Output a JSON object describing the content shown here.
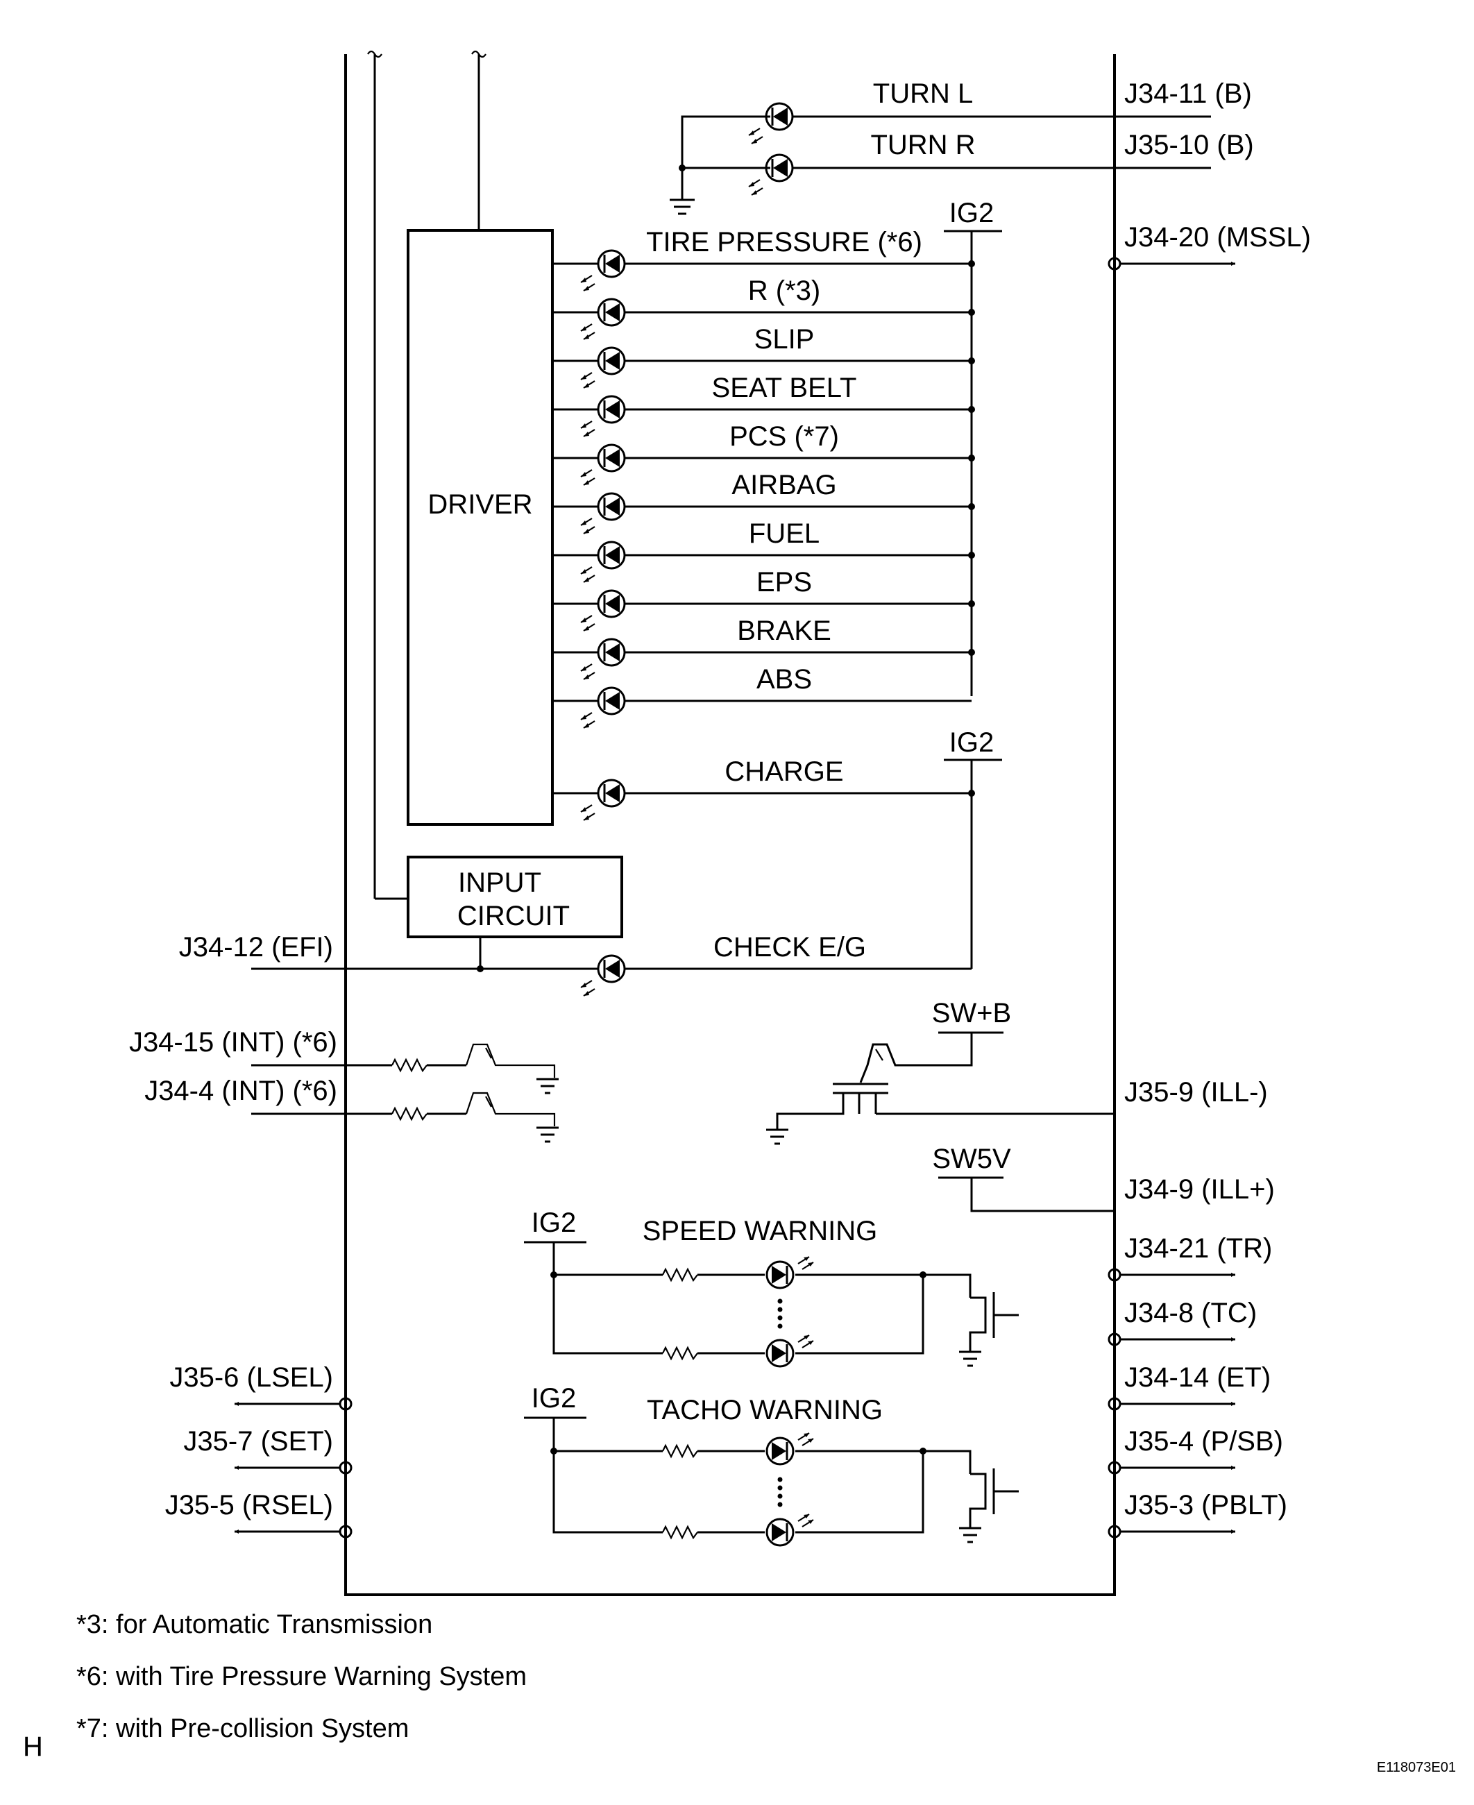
{
  "left_lamps": [
    "TURN L",
    "TURN R"
  ],
  "turn_pins": [
    "J34-11 (B)",
    "J35-10 (B)"
  ],
  "warning_lamps": [
    "TIRE PRESSURE (*6)",
    "R (*3)",
    "SLIP",
    "SEAT BELT",
    "PCS (*7)",
    "AIRBAG",
    "FUEL",
    "EPS",
    "BRAKE",
    "ABS"
  ],
  "charge_label": "CHARGE",
  "check_eg_label": "CHECK E/G",
  "ig2_label": "IG2",
  "driver_label": "DRIVER",
  "input_circuit_label": [
    "INPUT",
    "CIRCUIT"
  ],
  "sw_b_label": "SW+B",
  "sw5v_label": "SW5V",
  "speed_warning_label": "SPEED WARNING",
  "tacho_warning_label": "TACHO WARNING",
  "left_pins": {
    "efi": "J34-12 (EFI)",
    "int_a": "J34-15 (INT) (*6)",
    "int_b": "J34-4 (INT) (*6)",
    "lsel": "J35-6 (LSEL)",
    "set": "J35-7 (SET)",
    "rsel": "J35-5 (RSEL)"
  },
  "right_pins": {
    "mssl": "J34-20 (MSSL)",
    "ill_minus": "J35-9 (ILL-)",
    "ill_plus": "J34-9 (ILL+)",
    "tr": "J34-21 (TR)",
    "tc": "J34-8 (TC)",
    "et": "J34-14 (ET)",
    "psb": "J35-4 (P/SB)",
    "pblt": "J35-3 (PBLT)"
  },
  "footnotes": [
    "*3: for Automatic Transmission",
    "*6: with Tire Pressure Warning System",
    "*7: with Pre-collision System"
  ],
  "corner_letter": "H",
  "figure_code": "E118073E01"
}
